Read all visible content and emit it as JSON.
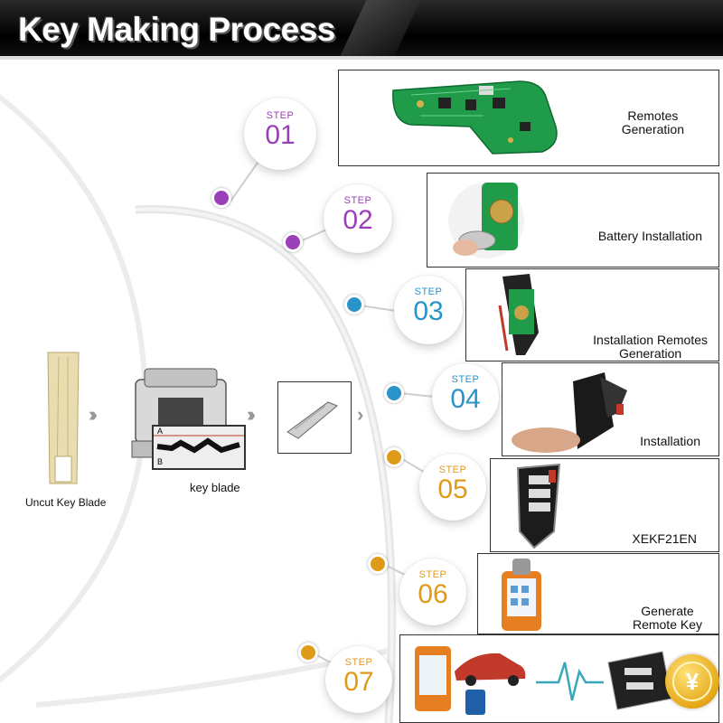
{
  "header": {
    "title": "Key Making Process"
  },
  "left": {
    "blade_label": "Uncut Key Blade",
    "machine_label": "key blade",
    "marker_a": "A",
    "marker_b": "B"
  },
  "steps": [
    {
      "step_word": "STEP",
      "number": "01",
      "label": "Remotes\nGeneration",
      "color": "#9b3fb8"
    },
    {
      "step_word": "STEP",
      "number": "02",
      "label": "Battery Installation",
      "color": "#9b3fb8"
    },
    {
      "step_word": "STEP",
      "number": "03",
      "label": "Installation Remotes\nGeneration",
      "color": "#2a93c9"
    },
    {
      "step_word": "STEP",
      "number": "04",
      "label": "Installation",
      "color": "#2a93c9"
    },
    {
      "step_word": "STEP",
      "number": "05",
      "label": "XEKF21EN",
      "color": "#e09a1a"
    },
    {
      "step_word": "STEP",
      "number": "06",
      "label": "Generate\nRemote Key",
      "color": "#e09a1a"
    },
    {
      "step_word": "STEP",
      "number": "07",
      "label": "",
      "color": "#e09a1a"
    }
  ],
  "badge": {
    "symbol": "¥"
  },
  "colors": {
    "purple": "#9b3fb8",
    "blue": "#2a93c9",
    "orange": "#e09a1a",
    "pcb_green": "#1f9b4a"
  }
}
